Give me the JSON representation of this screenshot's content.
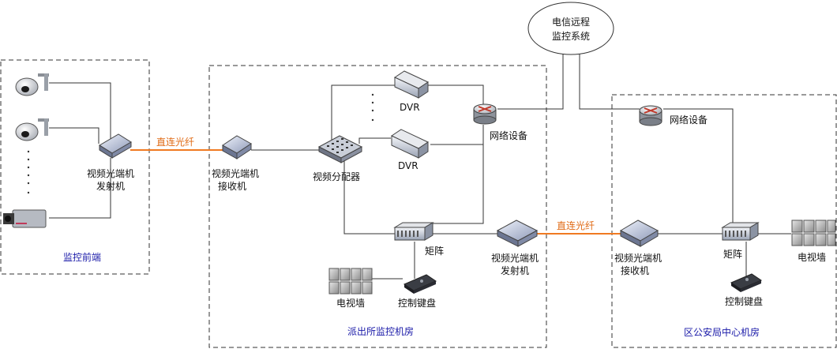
{
  "zones": {
    "front": "监控前端",
    "station": "派出所监控机房",
    "district": "区公安局中心机房"
  },
  "cloud": {
    "line1": "电信远程",
    "line2": "监控系统"
  },
  "fiber_links": {
    "link1": "直连光纤",
    "link2": "直连光纤"
  },
  "devices": {
    "tx1": {
      "line1": "视频光端机",
      "line2": "发射机"
    },
    "rx1": {
      "line1": "视频光端机",
      "line2": "接收机"
    },
    "splitter": "视频分配器",
    "dvr1": "DVR",
    "dvr2": "DVR",
    "router1": "网络设备",
    "router2": "网络设备",
    "matrix1": "矩阵",
    "matrix2": "矩阵",
    "tvwall1": "电视墙",
    "tvwall2": "电视墙",
    "keyboard1": "控制键盘",
    "keyboard2": "控制键盘",
    "tx2": {
      "line1": "视频光端机",
      "line2": "发射机"
    },
    "rx2": {
      "line1": "视频光端机",
      "line2": "接收机"
    }
  },
  "icons": [
    "dome-camera-icon",
    "dome-camera-icon",
    "box-camera-icon",
    "optical-transceiver-icon",
    "dvr-icon",
    "router-icon",
    "video-splitter-icon",
    "matrix-icon",
    "tv-wall-icon",
    "control-keyboard-icon",
    "cloud-icon"
  ]
}
